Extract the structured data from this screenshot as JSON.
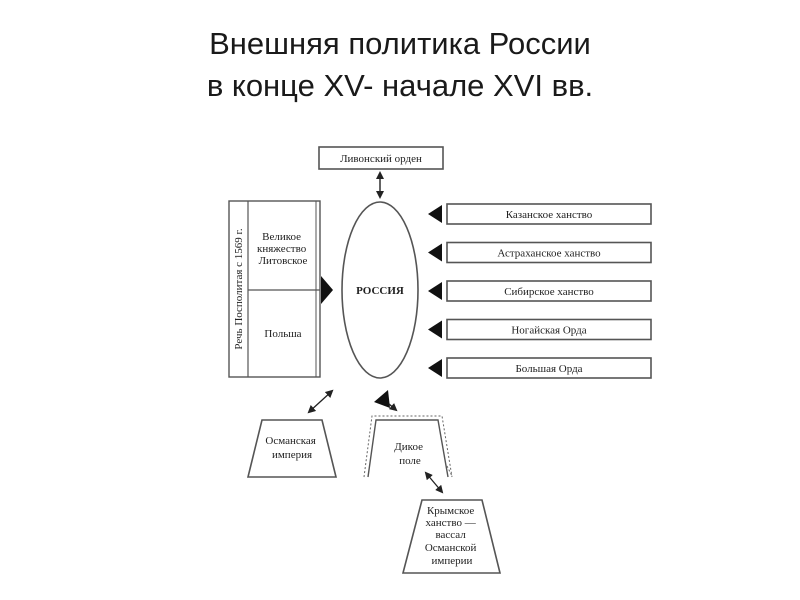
{
  "title": {
    "line1": "Внешняя политика России",
    "line2": "в конце XV- начале XVI вв."
  },
  "center": {
    "label": "РОССИЯ"
  },
  "top_box": {
    "label": "Ливонский орден"
  },
  "left_panel": {
    "vertical_label": "Речь Посполитая с 1569 г.",
    "top_label_lines": [
      "Великое",
      "княжество",
      "Литовское"
    ],
    "bottom_label": "Польша"
  },
  "east_boxes": [
    {
      "label": "Казанское ханство"
    },
    {
      "label": "Астраханское ханство"
    },
    {
      "label": "Сибирское ханство"
    },
    {
      "label": "Ногайская Орда"
    },
    {
      "label": "Большая Орда"
    }
  ],
  "south": {
    "ottoman_lines": [
      "Османская",
      "империя"
    ],
    "wild_field_lines": [
      "Дикое",
      "поле"
    ],
    "crimea_lines": [
      "Крымское",
      "ханство —",
      "вассал",
      "Османской",
      "империи"
    ]
  },
  "colors": {
    "ink": "#222222",
    "box_stroke": "#555555",
    "background": "#ffffff"
  }
}
